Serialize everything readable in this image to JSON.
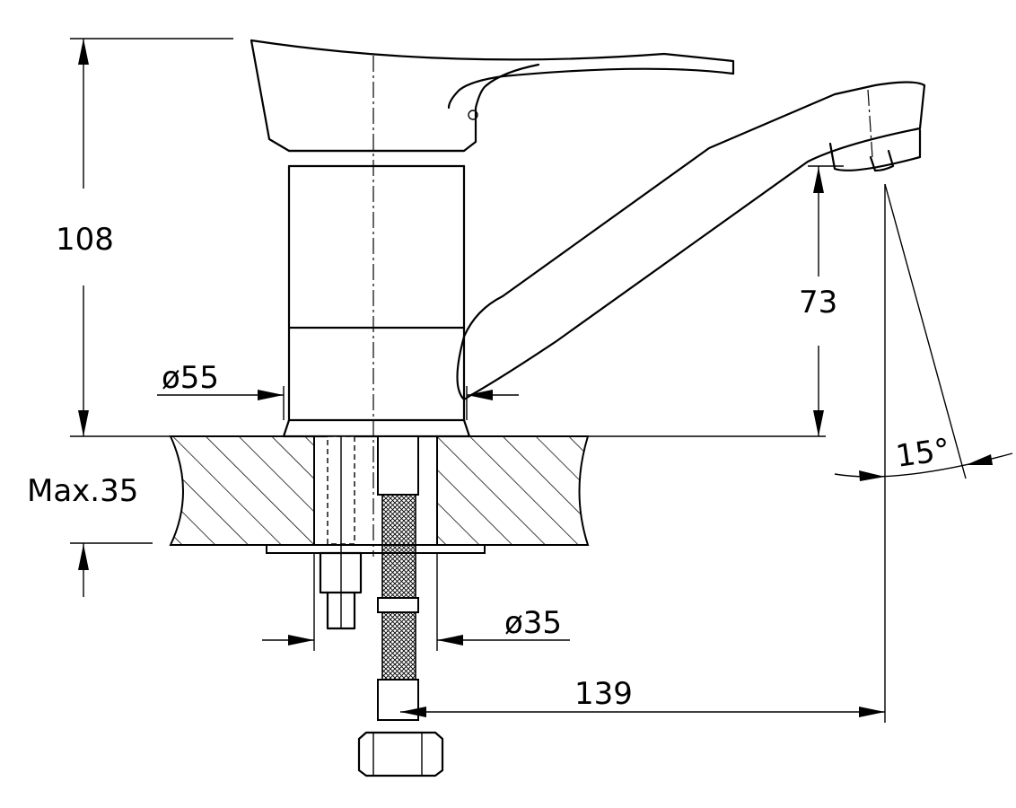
{
  "dimensions": {
    "height_total": "108",
    "spout_height": "73",
    "body_diameter": "ø55",
    "countertop_max": "Max.35",
    "hole_diameter": "ø35",
    "spout_reach": "139",
    "spout_angle": "15°"
  }
}
